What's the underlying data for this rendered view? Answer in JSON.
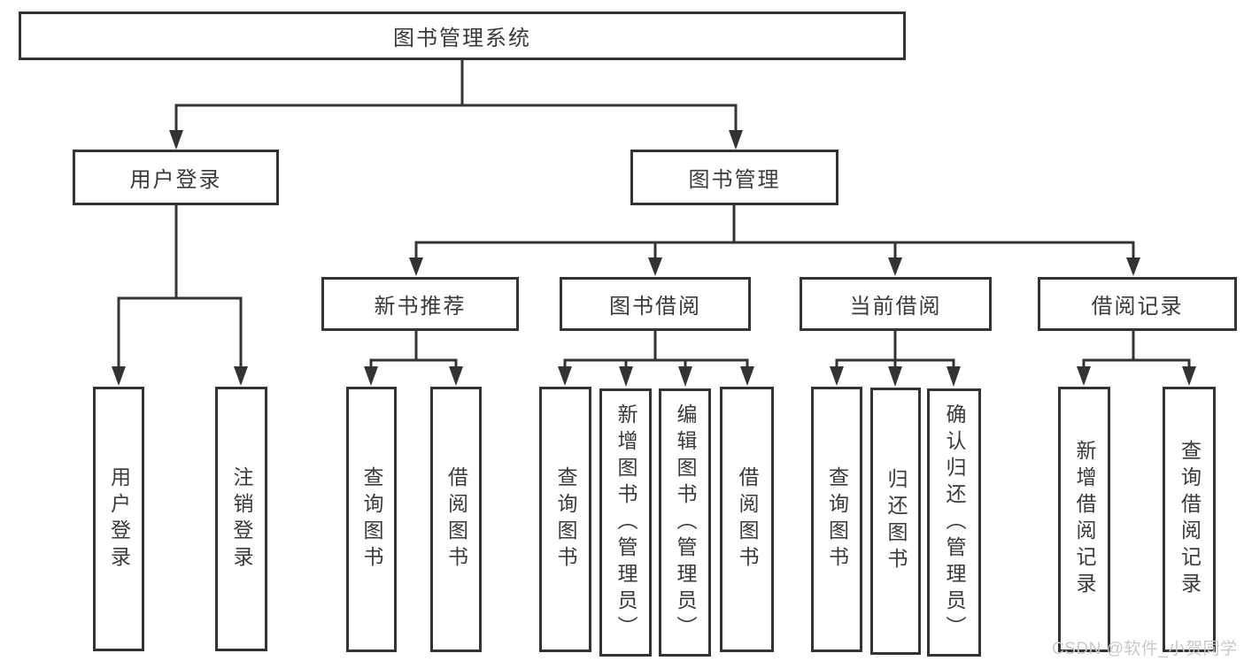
{
  "diagram": {
    "title": "图书管理系统",
    "root": {
      "label": "图书管理系统"
    },
    "branches": {
      "user_login": {
        "label": "用户登录",
        "children": {
          "login": {
            "label": "用户登录"
          },
          "logout": {
            "label": "注销登录"
          }
        }
      },
      "book_mgmt": {
        "label": "图书管理",
        "children": {
          "new_book": {
            "label": "新书推荐",
            "children": {
              "query": {
                "label": "查询图书"
              },
              "borrow": {
                "label": "借阅图书"
              }
            }
          },
          "borrow": {
            "label": "图书借阅",
            "children": {
              "query": {
                "label": "查询图书"
              },
              "add": {
                "label": "新增图书（管理员）"
              },
              "edit": {
                "label": "编辑图书（管理员）"
              },
              "borrow": {
                "label": "借阅图书"
              }
            }
          },
          "current": {
            "label": "当前借阅",
            "children": {
              "query": {
                "label": "查询图书"
              },
              "return": {
                "label": "归还图书"
              },
              "confirm": {
                "label": "确认归还（管理员）"
              }
            }
          },
          "records": {
            "label": "借阅记录",
            "children": {
              "add": {
                "label": "新增借阅记录"
              },
              "query": {
                "label": "查询借阅记录"
              }
            }
          }
        }
      }
    }
  },
  "watermark": {
    "text": "CSDN @软件_小贺同学"
  },
  "colors": {
    "line": "#333333",
    "box_border": "#333333",
    "box_fill": "#ffffff",
    "text": "#3a3a3a",
    "watermark": "#c9c9c9",
    "background": "#ffffff"
  }
}
